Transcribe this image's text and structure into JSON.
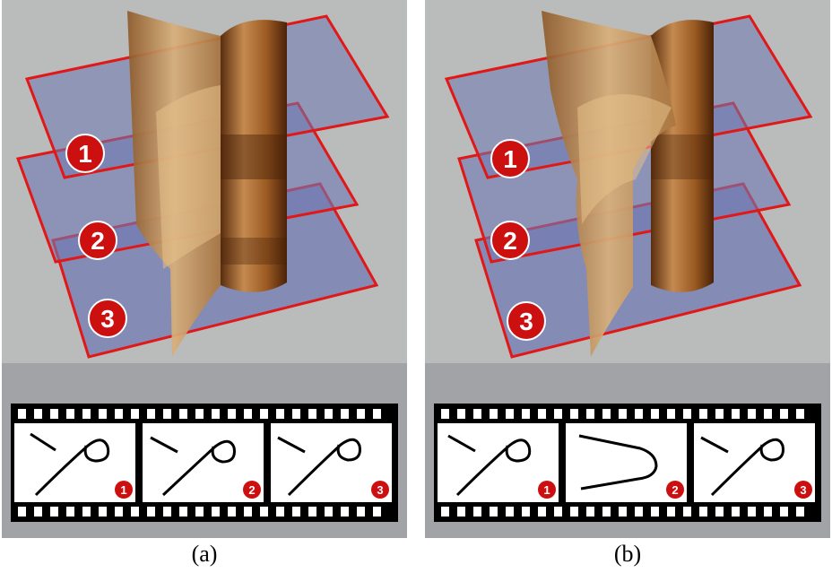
{
  "figure": {
    "panels": [
      {
        "id": "a",
        "caption": "(a)",
        "plane_markers": [
          "1",
          "2",
          "3"
        ],
        "film_frames": [
          {
            "marker": "1",
            "curve": "loop"
          },
          {
            "marker": "2",
            "curve": "loop"
          },
          {
            "marker": "3",
            "curve": "loop"
          }
        ]
      },
      {
        "id": "b",
        "caption": "(b)",
        "plane_markers": [
          "1",
          "2",
          "3"
        ],
        "film_frames": [
          {
            "marker": "1",
            "curve": "loop"
          },
          {
            "marker": "2",
            "curve": "u-turn"
          },
          {
            "marker": "3",
            "curve": "loop"
          }
        ]
      }
    ],
    "colors": {
      "background": "#b9bcbb",
      "strip_background": "#a1a3a6",
      "plane_fill": "#6f78b3",
      "plane_outline": "#e01818",
      "marker_fill": "#cc1010",
      "surface_light": "#d9b07a",
      "surface_dark": "#7a3f10",
      "film": "#000000"
    }
  }
}
